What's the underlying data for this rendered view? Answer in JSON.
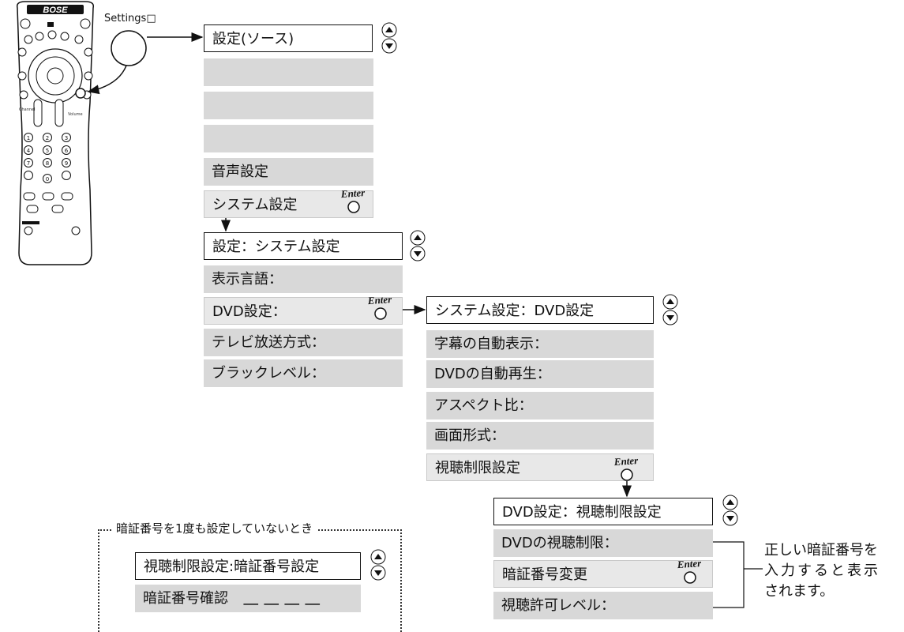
{
  "remote": {
    "brand": "BOSE",
    "settings_label": "Settings□"
  },
  "level1": {
    "title": "設定(ソース)",
    "items": [
      "",
      "",
      "",
      "音声設定",
      "システム設定"
    ]
  },
  "level2": {
    "title": "設定：システム設定",
    "items": [
      "表示言語：",
      "DVD設定：",
      "テレビ放送方式：",
      "ブラックレベル："
    ]
  },
  "level3": {
    "title": "システム設定：DVD設定",
    "items": [
      "字幕の自動表示：",
      "DVDの自動再生：",
      "アスペクト比：",
      "画面形式：",
      "視聴制限設定"
    ]
  },
  "level4": {
    "title": "DVD設定：視聴制限設定",
    "items": [
      "DVDの視聴制限：",
      "暗証番号変更",
      "視聴許可レベル："
    ]
  },
  "first_time": {
    "label": "暗証番号を1度も設定していないとき",
    "title": "視聴制限設定:暗証番号設定",
    "item": "暗証番号確認",
    "pin": "＿＿＿＿"
  },
  "note": {
    "line1": "正しい暗証番号を",
    "line2": "入力すると表示",
    "line3": "されます。"
  },
  "enter_label": "Enter"
}
